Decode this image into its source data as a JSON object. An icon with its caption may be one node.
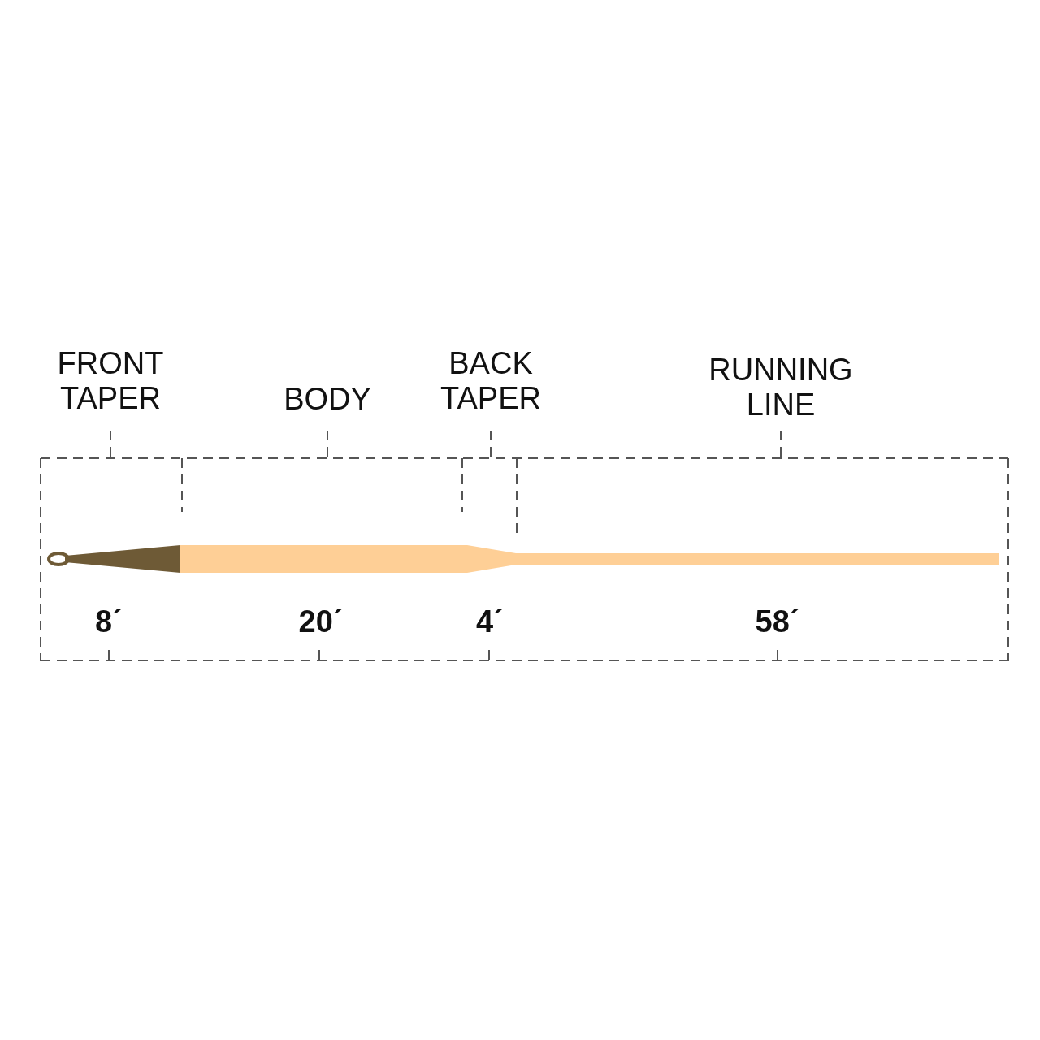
{
  "diagram": {
    "labels": [
      "FRONT TAPER",
      "BODY",
      "BACK TAPER",
      "RUNNING LINE",
      "8´",
      "20´",
      "4´",
      "58´"
    ]
  }
}
